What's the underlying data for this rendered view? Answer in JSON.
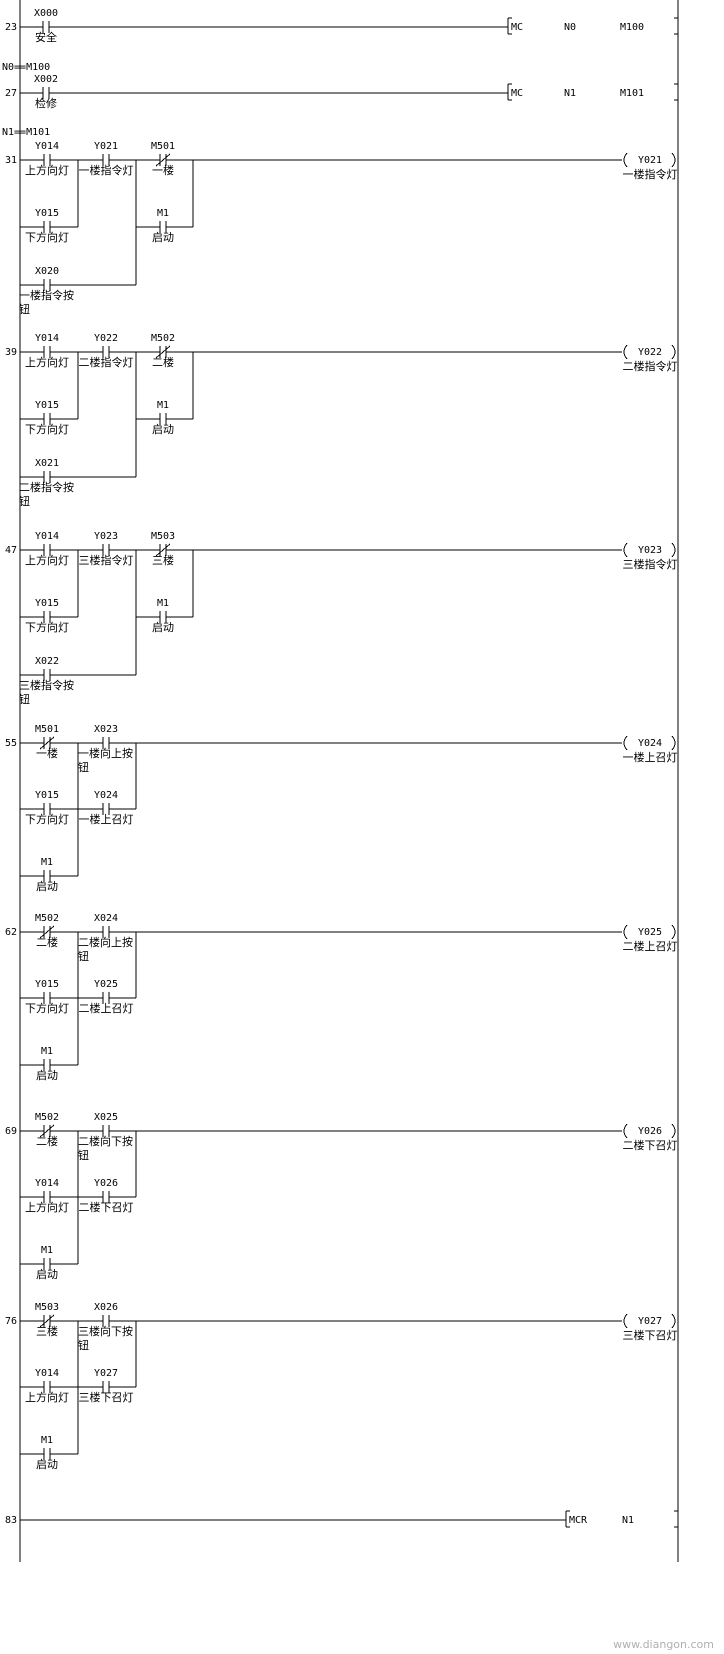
{
  "diagram": {
    "markers": [
      {
        "label": "N0==M100"
      },
      {
        "label": "N1==M101"
      }
    ],
    "rungs": [
      {
        "step": "23",
        "contacts": [
          {
            "addr": "X000",
            "comment": "安全",
            "nc": false
          }
        ],
        "instr": {
          "op": "MC",
          "a": "N0",
          "b": "M100"
        }
      },
      {
        "step": "27",
        "contacts": [
          {
            "addr": "X002",
            "comment": "检修",
            "nc": false
          }
        ],
        "instr": {
          "op": "MC",
          "a": "N1",
          "b": "M101"
        }
      },
      {
        "step": "31",
        "contacts": [
          {
            "addr": "Y014",
            "comment": "上方向灯",
            "nc": false
          },
          {
            "addr": "Y021",
            "comment": "一楼指令灯",
            "nc": false
          },
          {
            "addr": "M501",
            "comment": "一楼",
            "nc": true
          },
          {
            "addr": "Y015",
            "comment": "下方向灯",
            "nc": false
          },
          {
            "addr": "M1",
            "comment": "启动",
            "nc": false
          },
          {
            "addr": "X020",
            "comment": "一楼指令按钮",
            "nc": false
          }
        ],
        "coil": {
          "addr": "Y021",
          "comment": "一楼指令灯"
        }
      },
      {
        "step": "39",
        "contacts": [
          {
            "addr": "Y014",
            "comment": "上方向灯",
            "nc": false
          },
          {
            "addr": "Y022",
            "comment": "二楼指令灯",
            "nc": false
          },
          {
            "addr": "M502",
            "comment": "二楼",
            "nc": true
          },
          {
            "addr": "Y015",
            "comment": "下方向灯",
            "nc": false
          },
          {
            "addr": "M1",
            "comment": "启动",
            "nc": false
          },
          {
            "addr": "X021",
            "comment": "二楼指令按钮",
            "nc": false
          }
        ],
        "coil": {
          "addr": "Y022",
          "comment": "二楼指令灯"
        }
      },
      {
        "step": "47",
        "contacts": [
          {
            "addr": "Y014",
            "comment": "上方向灯",
            "nc": false
          },
          {
            "addr": "Y023",
            "comment": "三楼指令灯",
            "nc": false
          },
          {
            "addr": "M503",
            "comment": "三楼",
            "nc": true
          },
          {
            "addr": "Y015",
            "comment": "下方向灯",
            "nc": false
          },
          {
            "addr": "M1",
            "comment": "启动",
            "nc": false
          },
          {
            "addr": "X022",
            "comment": "三楼指令按钮",
            "nc": false
          }
        ],
        "coil": {
          "addr": "Y023",
          "comment": "三楼指令灯"
        }
      },
      {
        "step": "55",
        "contacts": [
          {
            "addr": "M501",
            "comment": "一楼",
            "nc": true
          },
          {
            "addr": "X023",
            "comment": "一楼向上按钮",
            "nc": false
          },
          {
            "addr": "Y015",
            "comment": "下方向灯",
            "nc": false
          },
          {
            "addr": "Y024",
            "comment": "一楼上召灯",
            "nc": false
          },
          {
            "addr": "M1",
            "comment": "启动",
            "nc": false
          }
        ],
        "coil": {
          "addr": "Y024",
          "comment": "一楼上召灯"
        }
      },
      {
        "step": "62",
        "contacts": [
          {
            "addr": "M502",
            "comment": "二楼",
            "nc": true
          },
          {
            "addr": "X024",
            "comment": "二楼向上按钮",
            "nc": false
          },
          {
            "addr": "Y015",
            "comment": "下方向灯",
            "nc": false
          },
          {
            "addr": "Y025",
            "comment": "二楼上召灯",
            "nc": false
          },
          {
            "addr": "M1",
            "comment": "启动",
            "nc": false
          }
        ],
        "coil": {
          "addr": "Y025",
          "comment": "二楼上召灯"
        }
      },
      {
        "step": "69",
        "contacts": [
          {
            "addr": "M502",
            "comment": "二楼",
            "nc": true
          },
          {
            "addr": "X025",
            "comment": "二楼向下按钮",
            "nc": false
          },
          {
            "addr": "Y014",
            "comment": "上方向灯",
            "nc": false
          },
          {
            "addr": "Y026",
            "comment": "二楼下召灯",
            "nc": false
          },
          {
            "addr": "M1",
            "comment": "启动",
            "nc": false
          }
        ],
        "coil": {
          "addr": "Y026",
          "comment": "二楼下召灯"
        }
      },
      {
        "step": "76",
        "contacts": [
          {
            "addr": "M503",
            "comment": "三楼",
            "nc": true
          },
          {
            "addr": "X026",
            "comment": "三楼向下按钮",
            "nc": false
          },
          {
            "addr": "Y014",
            "comment": "上方向灯",
            "nc": false
          },
          {
            "addr": "Y027",
            "comment": "三楼下召灯",
            "nc": false
          },
          {
            "addr": "M1",
            "comment": "启动",
            "nc": false
          }
        ],
        "coil": {
          "addr": "Y027",
          "comment": "三楼下召灯"
        }
      },
      {
        "step": "83",
        "contacts": [],
        "instr": {
          "op": "MCR",
          "a": "N1",
          "b": ""
        }
      }
    ],
    "watermark": "www.diangon.com",
    "colors": {
      "line": "#000000",
      "background": "#ffffff",
      "watermark": "#b0b0b0"
    }
  }
}
